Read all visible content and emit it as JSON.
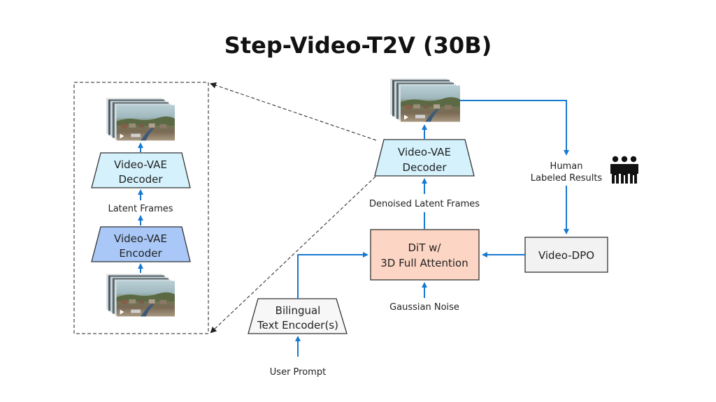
{
  "title": "Step-Video-T2V (30B)",
  "colors": {
    "flow_arrow": "#1878d0",
    "decoder_fill": "#d4f1fc",
    "encoder_fill": "#a9c8f7",
    "dit_fill": "#fdd5c4",
    "dpo_fill": "#f2f2f2",
    "text_encoder_fill": "#f7f7f7"
  },
  "inset": {
    "decoder": [
      "Video-VAE",
      "Decoder"
    ],
    "latent_label": "Latent Frames",
    "encoder": [
      "Video-VAE",
      "Encoder"
    ]
  },
  "main": {
    "decoder": [
      "Video-VAE",
      "Decoder"
    ],
    "denoised_label": "Denoised Latent Frames",
    "dit": [
      "DiT w/",
      "3D Full Attention"
    ],
    "noise_label": "Gaussian Noise",
    "text_encoder": [
      "Bilingual",
      "Text Encoder(s)"
    ],
    "prompt_label": "User Prompt",
    "human_label": [
      "Human",
      "Labeled Results"
    ],
    "dpo": "Video-DPO"
  },
  "icons": {
    "video_frames": "video-frames-stack-icon",
    "people": "people-group-icon"
  }
}
